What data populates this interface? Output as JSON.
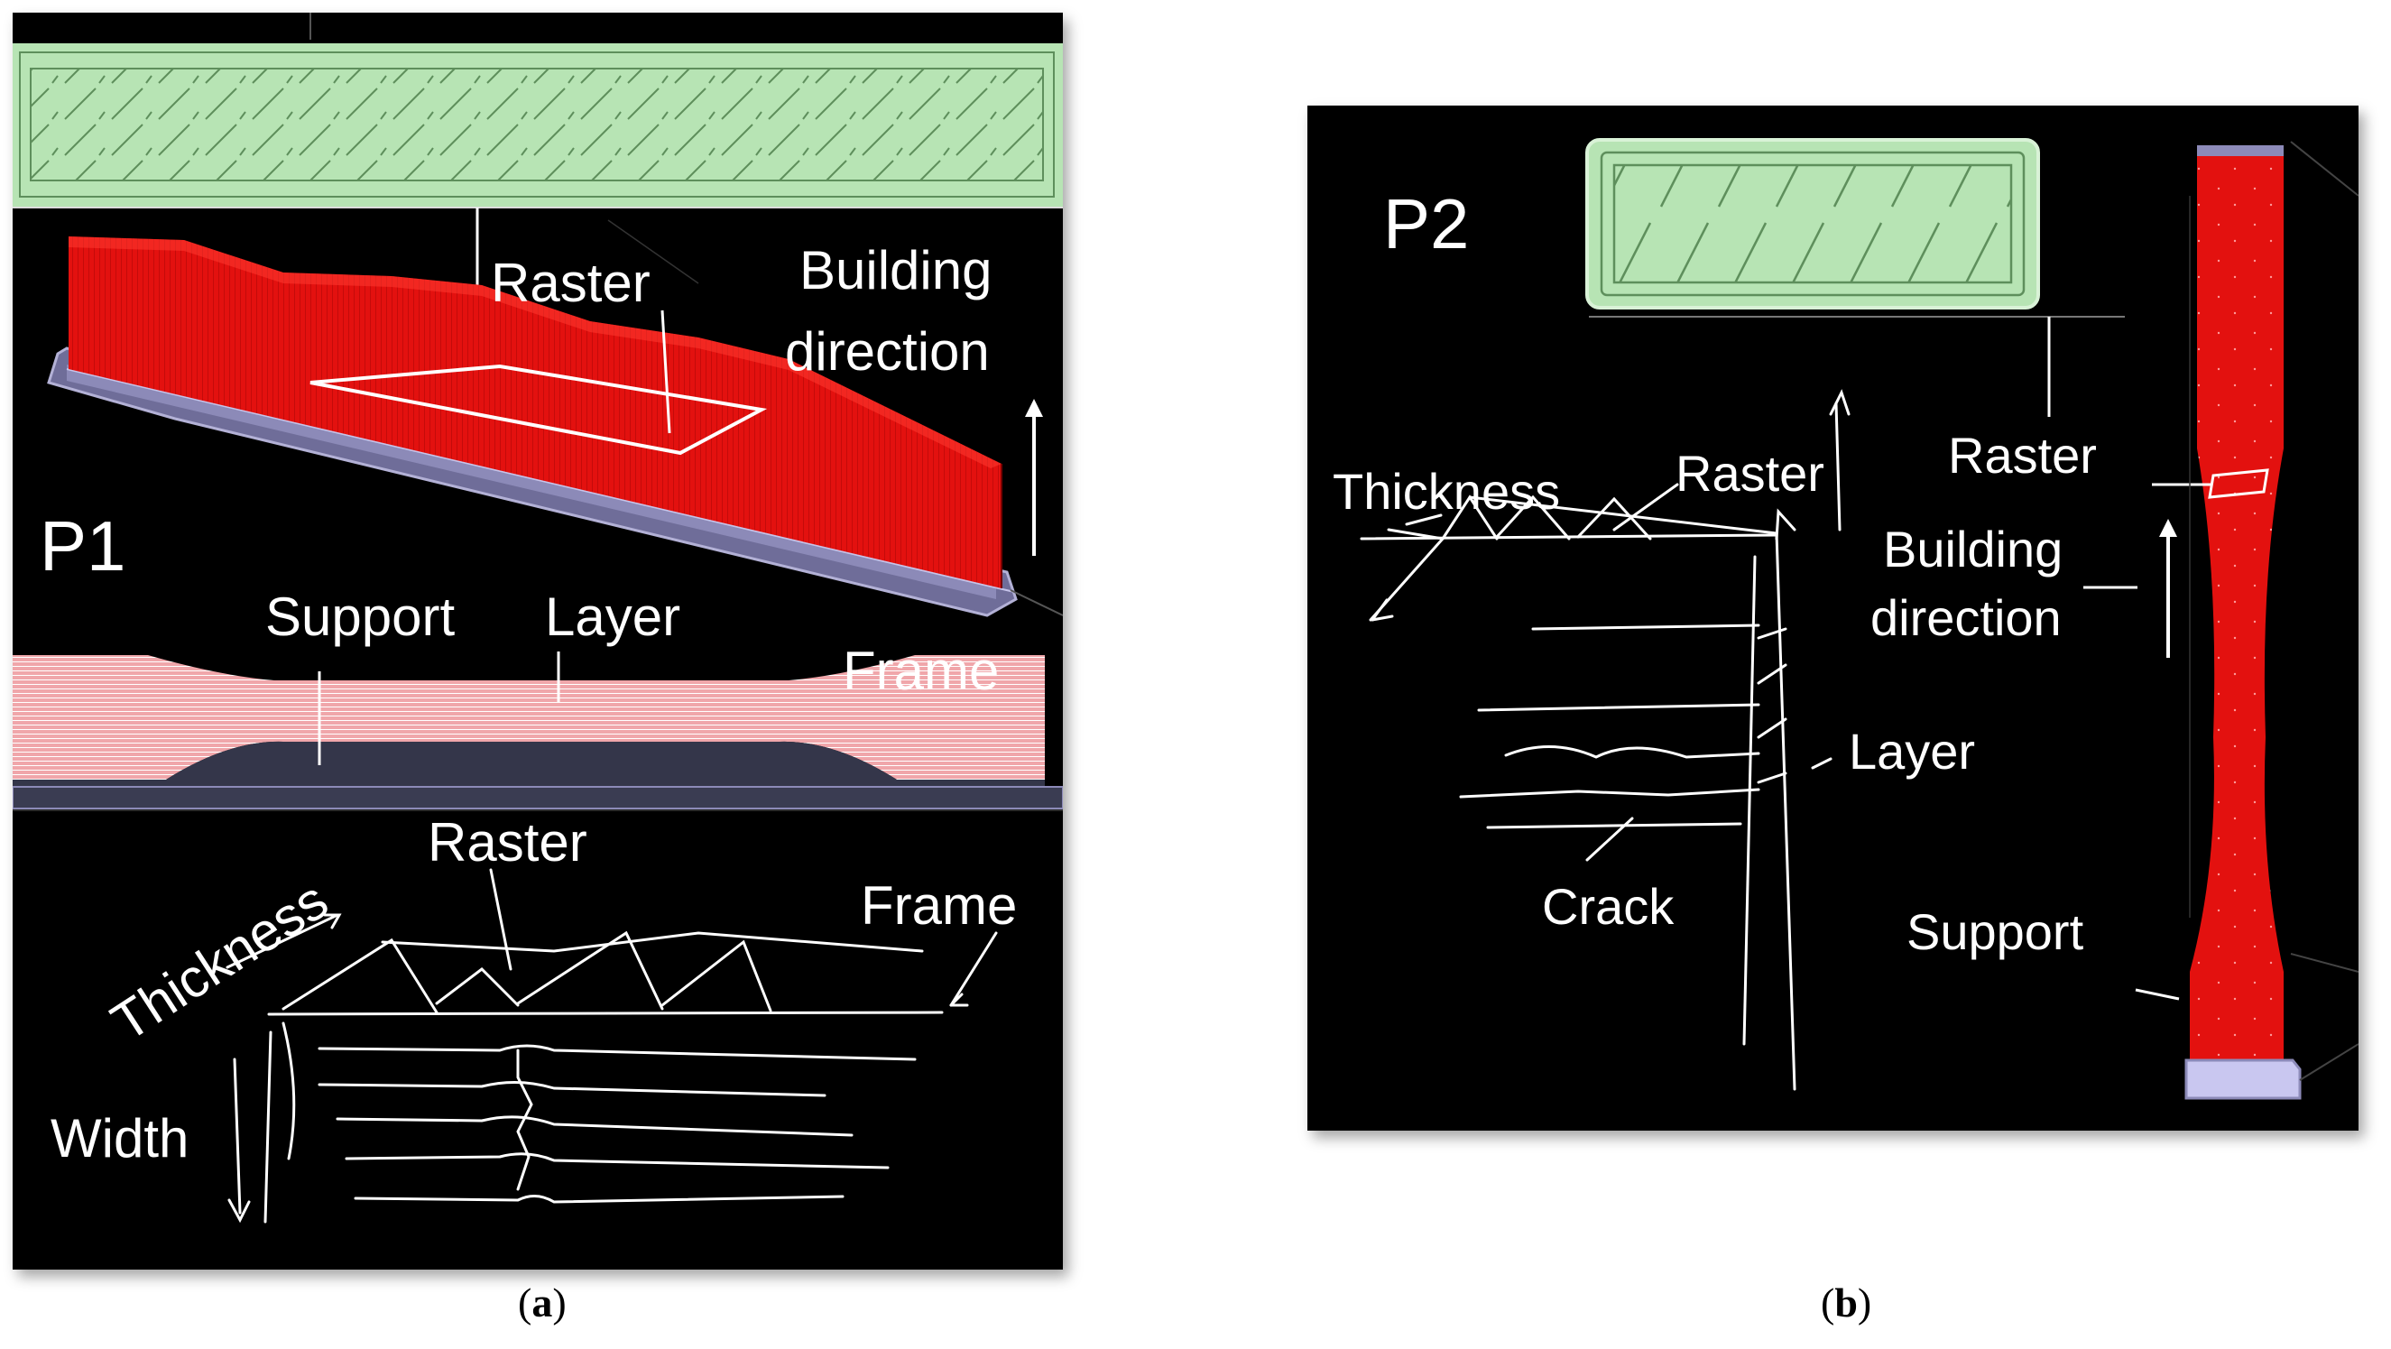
{
  "panel_a": {
    "id": "P1",
    "labels": {
      "raster_top": "Raster",
      "building_direction_1": "Building",
      "building_direction_2": "direction",
      "support": "Support",
      "layer": "Layer",
      "frame_mid": "Frame",
      "raster_sketch": "Raster",
      "thickness": "Thickness",
      "frame_sketch": "Frame",
      "width": "Width"
    },
    "caption_letter": "a"
  },
  "panel_b": {
    "id": "P2",
    "labels": {
      "raster_sketch": "Raster",
      "thickness": "Thickness",
      "raster_right": "Raster",
      "building_direction_1": "Building",
      "building_direction_2": "direction",
      "layer": "Layer",
      "crack": "Crack",
      "support": "Support"
    },
    "caption_letter": "b"
  },
  "colors": {
    "raster_fill": "#b7e4b4",
    "specimen_red": "#e3110f",
    "support_purple": "#7a78a6",
    "layer_pink": "#f0a6aa",
    "background": "#000000"
  }
}
